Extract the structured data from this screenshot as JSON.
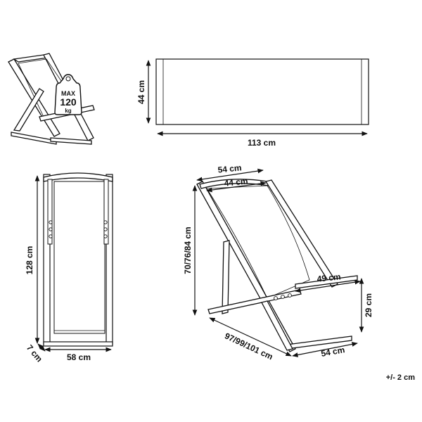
{
  "weight_badge": {
    "line1": "MAX",
    "line2": "120",
    "line3": "kg"
  },
  "dimensions": {
    "fabric_height": "44 cm",
    "fabric_length": "113 cm",
    "front_height": "128 cm",
    "front_width": "58 cm",
    "front_depth": "7 cm",
    "chair_top_width_outer": "54 cm",
    "chair_top_width_inner": "44 cm",
    "chair_height": "70/76/84 cm",
    "chair_armrest_width": "49 cm",
    "chair_seat_height": "29 cm",
    "chair_depth": "97/99/101 cm",
    "chair_base_width": "54 cm"
  },
  "tolerance": "+/- 2 cm"
}
